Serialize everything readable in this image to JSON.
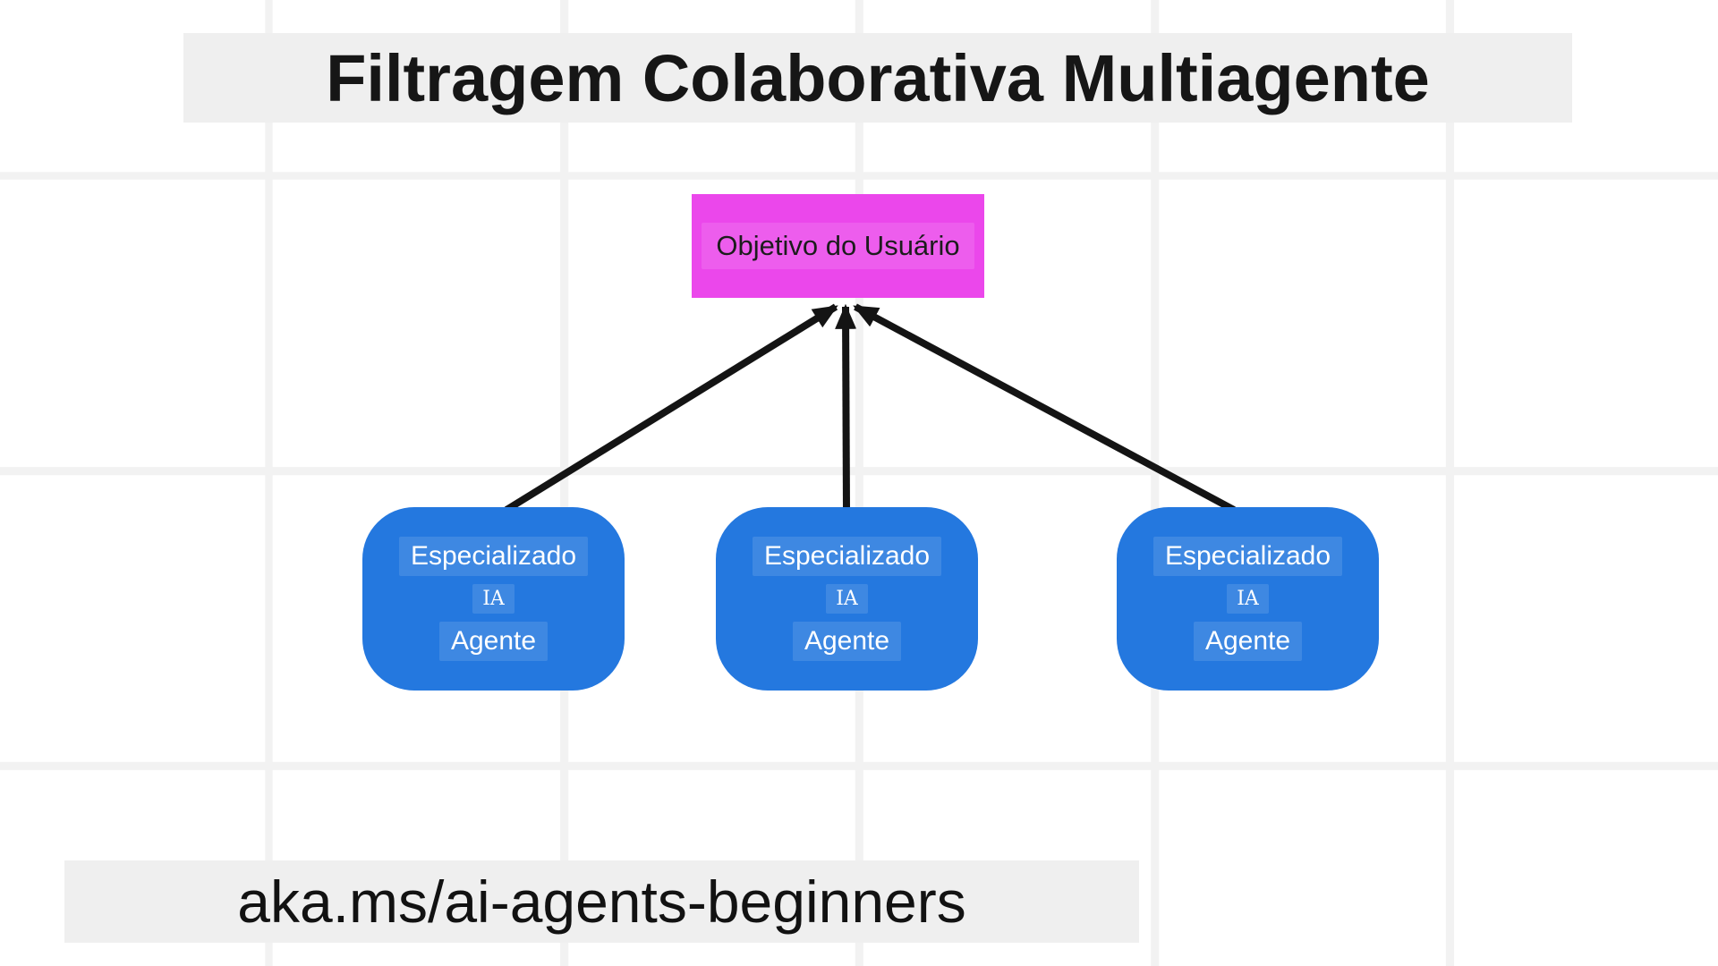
{
  "title": {
    "text": "Filtragem Colaborativa Multiagente"
  },
  "goal": {
    "label": "Objetivo do Usuário"
  },
  "agents": [
    {
      "line1": "Especializado",
      "line2": "IA",
      "line3": "Agente"
    },
    {
      "line1": "Especializado",
      "line2": "IA",
      "line3": "Agente"
    },
    {
      "line1": "Especializado",
      "line2": "IA",
      "line3": "Agente"
    }
  ],
  "footer": {
    "text": "aka.ms/ai-agents-beginners"
  },
  "colors": {
    "agent_box": "#2478DF",
    "goal_box": "#EB47EB",
    "text_band": "#EFEFEF",
    "arrow": "#141414",
    "grid_line": "#F2F2F2"
  }
}
